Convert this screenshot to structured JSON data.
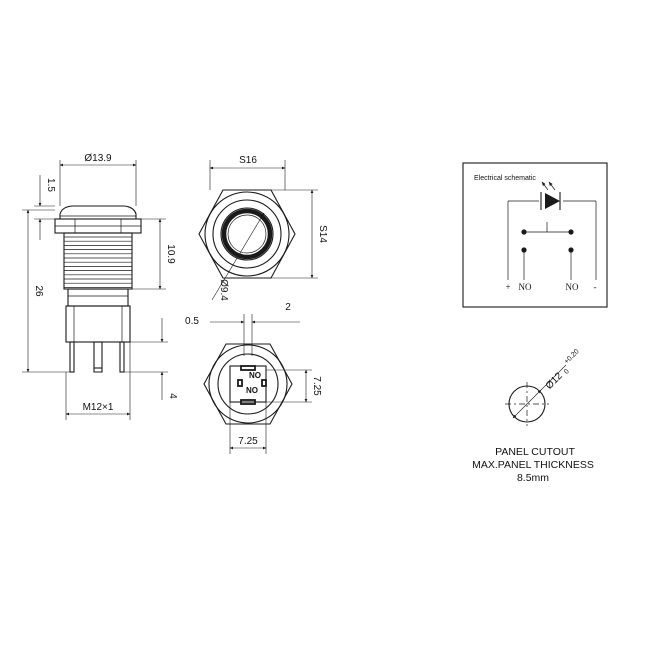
{
  "side_view": {
    "dia_head": "Ø13.9",
    "head_height": "1.5",
    "thread_length": "10.9",
    "total_length": "26",
    "thread_spec": "M12×1",
    "pin_length": "4"
  },
  "front_view": {
    "hex_size": "S16",
    "flat_size": "S14",
    "ring_dia": "Ø9.4"
  },
  "rear_view": {
    "dim_a": "0.5",
    "dim_b": "2",
    "terminal_spacing_v": "7.25",
    "terminal_spacing_h": "7.25",
    "terminal_label_1": "NO",
    "terminal_label_2": "NO"
  },
  "schematic": {
    "title": "Electrical schematic",
    "plus_label": "+",
    "left_terminal": "NO",
    "right_terminal": "NO",
    "minus_label": "-"
  },
  "panel_cutout": {
    "diameter_base": "Ø12",
    "tol_upper": "+0.20",
    "tol_lower": "0",
    "line1": "PANEL CUTOUT",
    "line2": "MAX.PANEL THICKNESS",
    "line3": "8.5mm"
  }
}
